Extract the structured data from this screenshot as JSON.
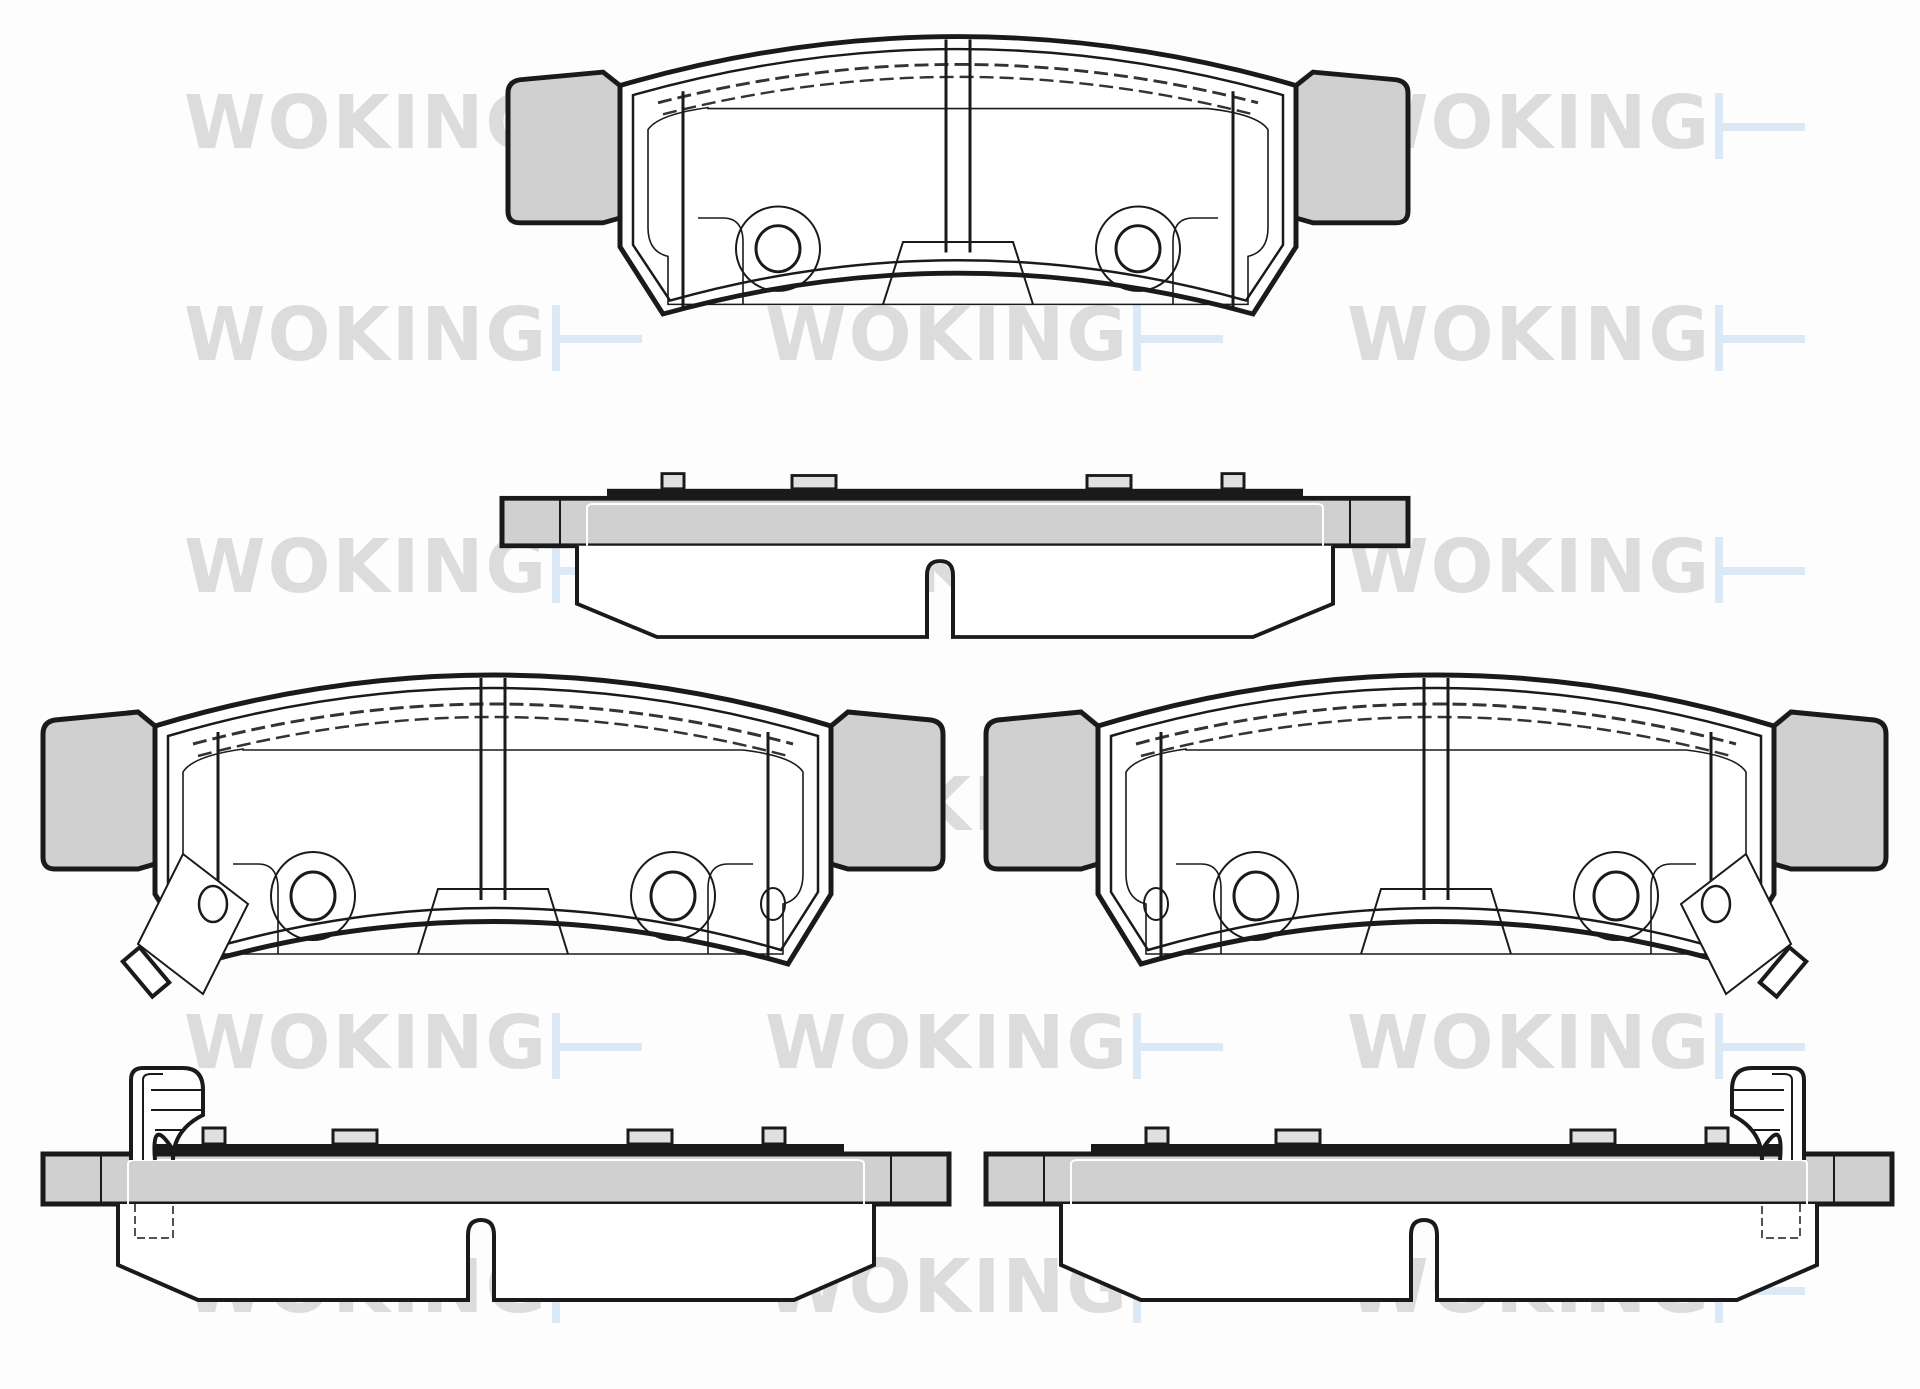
{
  "figure": {
    "subject": "Brake pad set technical drawing",
    "views": [
      {
        "id": "top-pad-face",
        "label": "Pad friction face (top)"
      },
      {
        "id": "top-pad-side",
        "label": "Pad side view (top)"
      },
      {
        "id": "left-pad-face",
        "label": "Pad friction face with wear indicator (left)"
      },
      {
        "id": "right-pad-face",
        "label": "Pad friction face with wear indicator (right)"
      },
      {
        "id": "left-pad-side",
        "label": "Pad side view with wear clip (left)"
      },
      {
        "id": "right-pad-side",
        "label": "Pad side view with wear clip (right)"
      }
    ],
    "colors": {
      "line": "#1a1a1a",
      "backing_plate_fill": "#d0d0d0",
      "background": "#fdfdfd",
      "watermark_text": "#dcdcdc",
      "watermark_accent": "#dbe8f5"
    }
  },
  "watermark": {
    "text": "WOKING",
    "rows": [
      [
        "WOKING",
        "WOKING",
        "WOKING"
      ],
      [
        "WOKING",
        "WOKING",
        "WOKING"
      ],
      [
        "WOKING",
        "WOKING",
        "WOKING"
      ],
      [
        "WOKING",
        "WOKING",
        "WOKING"
      ],
      [
        "WOKING",
        "WOKING",
        "WOKING"
      ],
      [
        "WOKING",
        "WOKING",
        "WOKING"
      ]
    ]
  }
}
